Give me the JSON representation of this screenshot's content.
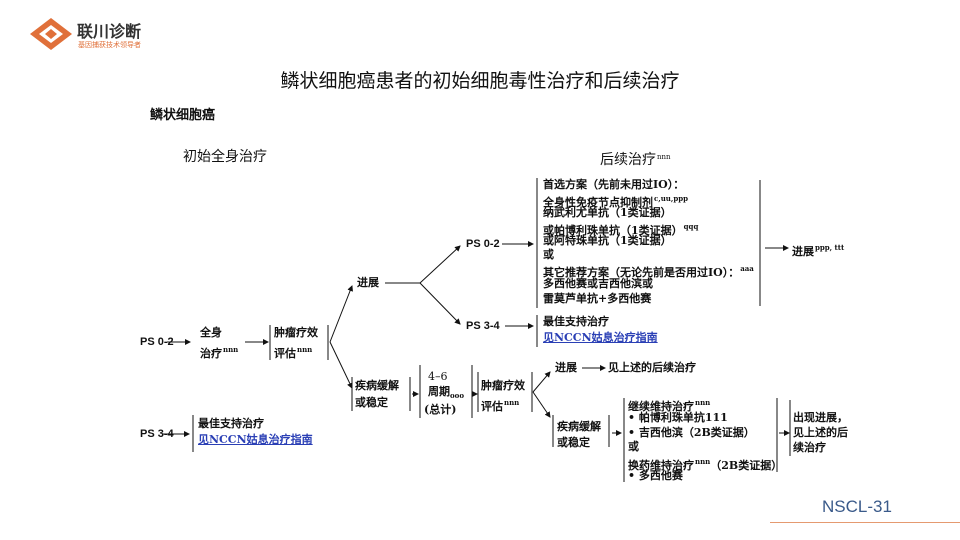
{
  "logo": {
    "name": "联川诊断",
    "tagline": "基因捕获技术领导者",
    "brand_color": "#e0703a"
  },
  "title": "鳞状细胞癌患者的初始细胞毒性治疗和后续治疗",
  "diagram": {
    "heading": "鳞状细胞癌",
    "col_initial": "初始全身治疗",
    "col_subsequent": "后续治疗",
    "col_subsequent_sup": "nnn",
    "ps02": "PS 0-2",
    "ps34": "PS 3-4",
    "systemic_1": "全身",
    "systemic_2": "治疗",
    "sup_nnn": "nnn",
    "response_1": "肿瘤疗效",
    "response_2": "评估",
    "progression": "进展",
    "stable_1": "疾病缓解",
    "stable_2": "或稳定",
    "cycles_1": "4–6",
    "cycles_2": "周期",
    "cycles_sup": "ooo",
    "cycles_3": "(总计)",
    "regimen": [
      {
        "text": "首选方案（先前未用过IO）：",
        "sup": ""
      },
      {
        "text": "全身性免疫节点抑制剂",
        "sup": "c,uu,ppp"
      },
      {
        "text": "纳武利尤单抗（1类证据）",
        "sup": ""
      },
      {
        "text": "或帕博利珠单抗（1类证据）",
        "sup": "qqq"
      },
      {
        "text": "或阿特珠单抗（1类证据）",
        "sup": ""
      },
      {
        "text": "或",
        "sup": ""
      },
      {
        "text": "其它推荐方案（无论先前是否用过IO）：",
        "sup": "aaa"
      },
      {
        "text": "多西他赛或吉西他滨或",
        "sup": ""
      },
      {
        "text": "雷莫芦单抗+多西他赛",
        "sup": ""
      }
    ],
    "progression_final": "进展",
    "progression_final_sup": "ppp, ttt",
    "best_support": "最佳支持治疗",
    "palliative_link": "见NCCN姑息治疗指南",
    "see_above": "见上述的后续治疗",
    "maintenance": [
      {
        "text": "继续维持治疗",
        "sup": "nnn"
      },
      {
        "text": "• 帕博利珠单抗111",
        "sup": ""
      },
      {
        "text": "• 吉西他滨（2B类证据）",
        "sup": ""
      },
      {
        "text": "或",
        "sup": ""
      },
      {
        "text": "换药维持治疗",
        "sup": "nnn",
        "tail": "（2B类证据）"
      },
      {
        "text": "• 多西他赛",
        "sup": ""
      }
    ],
    "final_1": "出现进展，",
    "final_2": "见上述的后",
    "final_3": "续治疗"
  },
  "footer": {
    "page": "NSCL-31"
  }
}
